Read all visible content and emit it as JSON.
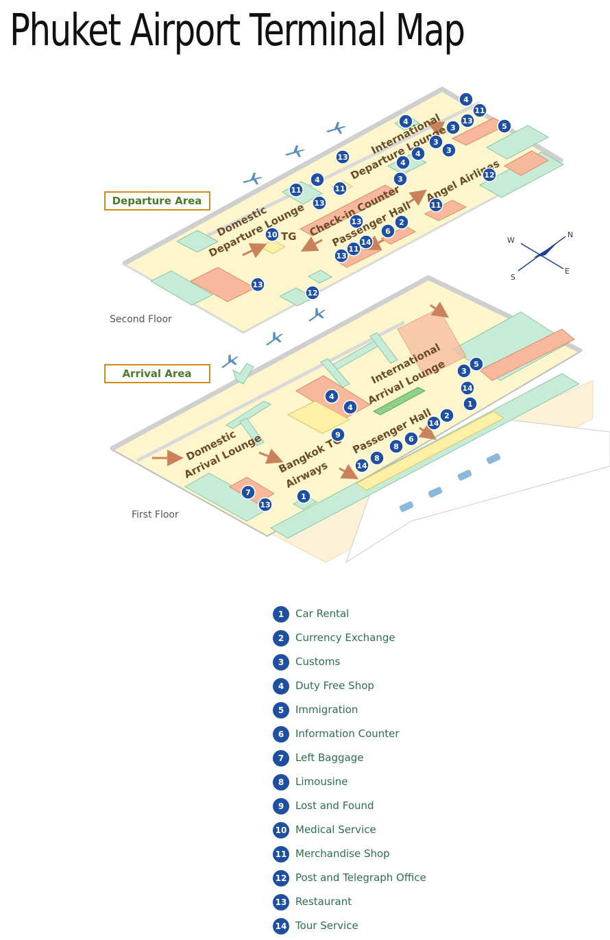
{
  "title": "Phuket Airport Terminal Map",
  "floors": {
    "second": "Second Floor",
    "first": "First Floor",
    "departure_area": "Departure Area",
    "arrival_area": "Arrival Area"
  },
  "compass": {
    "n": "N",
    "e": "E",
    "s": "S",
    "w": "W"
  },
  "map_labels": {
    "international_departure": [
      "International",
      "Departure Lounge"
    ],
    "domestic_departure": [
      "Domestic",
      "Departure Lounge"
    ],
    "check_in": "Check-in Counter",
    "passenger_hall_top": "Passenger Hall",
    "angel": "Angel Airlines",
    "tg": "TG",
    "international_arrival": [
      "International",
      "Arrival Lounge"
    ],
    "domestic_arrival": [
      "Domestic",
      "Arrival Lounge"
    ],
    "bangkok": [
      "Bangkok TG",
      "Airways"
    ],
    "passenger_hall_bottom": "Passenger Hall"
  },
  "legend": [
    {
      "num": "1",
      "label": "Car Rental"
    },
    {
      "num": "2",
      "label": "Currency Exchange"
    },
    {
      "num": "3",
      "label": "Customs"
    },
    {
      "num": "4",
      "label": "Duty Free Shop"
    },
    {
      "num": "5",
      "label": "Immigration"
    },
    {
      "num": "6",
      "label": "Information Counter"
    },
    {
      "num": "7",
      "label": "Left Baggage"
    },
    {
      "num": "8",
      "label": "Limousine"
    },
    {
      "num": "9",
      "label": "Lost and Found"
    },
    {
      "num": "10",
      "label": "Medical  Service"
    },
    {
      "num": "11",
      "label": "Merchandise Shop"
    },
    {
      "num": "12",
      "label": "Post and Telegraph Office"
    },
    {
      "num": "13",
      "label": "Restaurant"
    },
    {
      "num": "14",
      "label": "Tour Service"
    }
  ],
  "colors": {
    "floor": "#fdf6cc",
    "wall": "#e6e6e6",
    "shop_green": "#c6ecd7",
    "counter_salmon": "#f7b89c",
    "badge": "#1f4fa0",
    "legend_text": "#2b6e4f",
    "label_brown": "#6b4b2a",
    "area_green": "#4a7a2a",
    "area_border": "#d48a1a"
  }
}
